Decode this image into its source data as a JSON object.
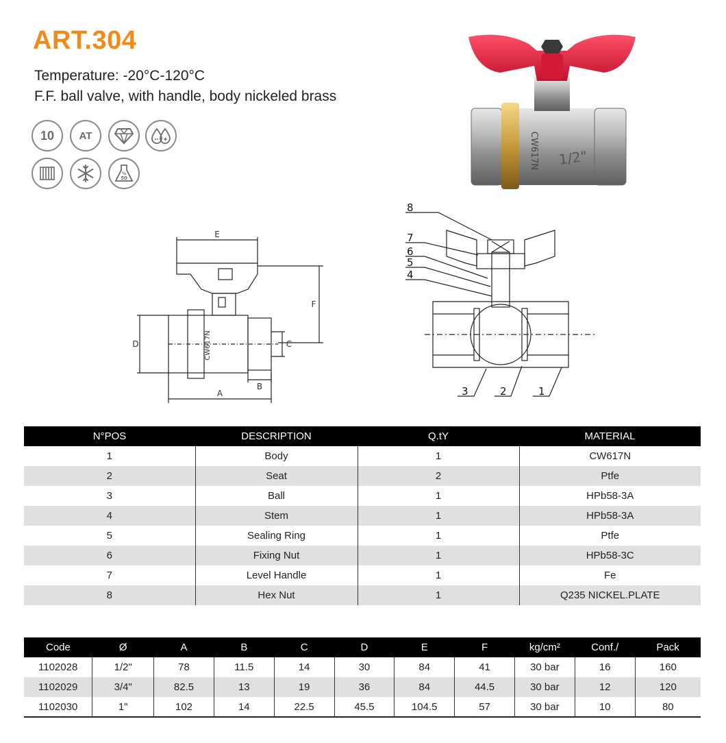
{
  "header": {
    "title": "ART.304",
    "line1": "Temperature: -20°C-120°C",
    "line2": "F.F. ball valve, with handle, body nickeled brass"
  },
  "badges": [
    {
      "icon": "pressure-10-icon",
      "text": "10"
    },
    {
      "icon": "at-icon",
      "text": "AT"
    },
    {
      "icon": "diamond-icon",
      "text": ""
    },
    {
      "icon": "gas-water-drops-icon",
      "text": ""
    },
    {
      "icon": "radiator-icon",
      "text": ""
    },
    {
      "icon": "snowflake-icon",
      "text": ""
    },
    {
      "icon": "glycol-50-flask-icon",
      "text": "50"
    }
  ],
  "drawing_left": {
    "body_marking": "CW617N",
    "dims": {
      "a": "A",
      "b": "B",
      "c": "C",
      "d": "D",
      "e": "E",
      "f": "F"
    }
  },
  "drawing_right": {
    "callouts": [
      "1",
      "2",
      "3",
      "4",
      "5",
      "6",
      "7",
      "8"
    ]
  },
  "photo": {
    "marking_body": "CW617N",
    "marking_size": "1/2\""
  },
  "parts_table": {
    "headers": [
      "N°POS",
      "DESCRIPTION",
      "Q.tY",
      "MATERIAL"
    ],
    "rows": [
      [
        "1",
        "Body",
        "1",
        "CW617N"
      ],
      [
        "2",
        "Seat",
        "2",
        "Ptfe"
      ],
      [
        "3",
        "Ball",
        "1",
        "HPb58-3A"
      ],
      [
        "4",
        "Stem",
        "1",
        "HPb58-3A"
      ],
      [
        "5",
        "Sealing Ring",
        "1",
        "Ptfe"
      ],
      [
        "6",
        "Fixing Nut",
        "1",
        "HPb58-3C"
      ],
      [
        "7",
        "Level Handle",
        "1",
        "Fe"
      ],
      [
        "8",
        "Hex Nut",
        "1",
        "Q235 NICKEL.PLATE"
      ]
    ]
  },
  "codes_table": {
    "headers": [
      "Code",
      "Ø",
      "A",
      "B",
      "C",
      "D",
      "E",
      "F",
      "kg/cm²",
      "Conf./",
      "Pack"
    ],
    "rows": [
      [
        "1102028",
        "1/2\"",
        "78",
        "11.5",
        "14",
        "30",
        "84",
        "41",
        "30 bar",
        "16",
        "160"
      ],
      [
        "1102029",
        "3/4\"",
        "82.5",
        "13",
        "19",
        "36",
        "84",
        "44.5",
        "30 bar",
        "12",
        "120"
      ],
      [
        "1102030",
        "1\"",
        "102",
        "14",
        "22.5",
        "45.5",
        "104.5",
        "57",
        "30 bar",
        "10",
        "80"
      ]
    ]
  },
  "colors": {
    "accent": "#f28a1a",
    "handle": "#e0203a",
    "header_bg": "#000000",
    "alt_row": "#e0e0e0"
  }
}
